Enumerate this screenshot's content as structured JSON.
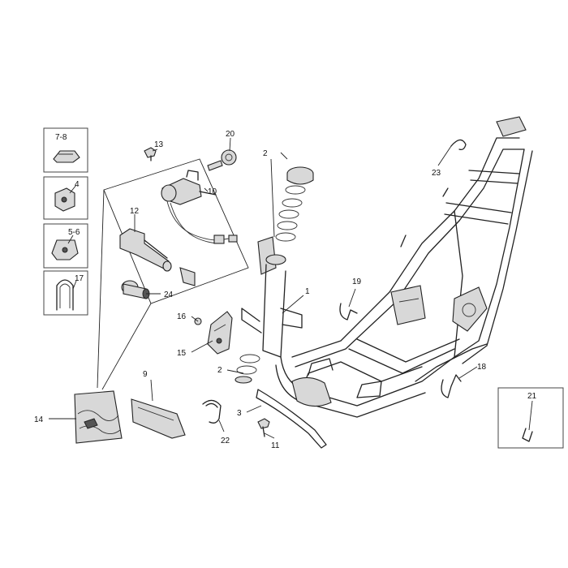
{
  "callouts": {
    "c1": "1",
    "c2a": "2",
    "c2b": "2",
    "c3": "3",
    "c4": "4",
    "c5_6": "5-6",
    "c7_8": "7-8",
    "c9": "9",
    "c10": "10",
    "c11": "11",
    "c12": "12",
    "c13": "13",
    "c14": "14",
    "c15": "15",
    "c16": "16",
    "c17": "17",
    "c18": "18",
    "c19": "19",
    "c20": "20",
    "c21": "21",
    "c22": "22",
    "c23": "23",
    "c24": "24"
  }
}
